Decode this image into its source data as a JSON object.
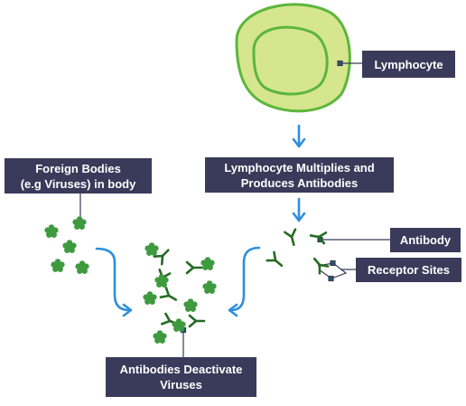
{
  "labels": {
    "lymphocyte": "Lymphocyte",
    "multiplies": [
      "Lymphocyte Multiplies and",
      "Produces Antibodies"
    ],
    "foreign": [
      "Foreign Bodies",
      "(e.g Viruses) in body"
    ],
    "antibody": "Antibody",
    "receptor_sites": "Receptor Sites",
    "deactivate": [
      "Antibodies Deactivate",
      "Viruses"
    ]
  },
  "colors": {
    "cell_fill": "#d6e68f",
    "cell_stroke": "#5cb63c",
    "virus": "#3f9a3f",
    "antibody": "#246b24",
    "arrow": "#2f8fdc",
    "label_bg": "#3a3a5a",
    "connector": "#3a3a5a"
  },
  "icons": [
    "virus-icon",
    "antibody-icon",
    "arrow-icon"
  ]
}
